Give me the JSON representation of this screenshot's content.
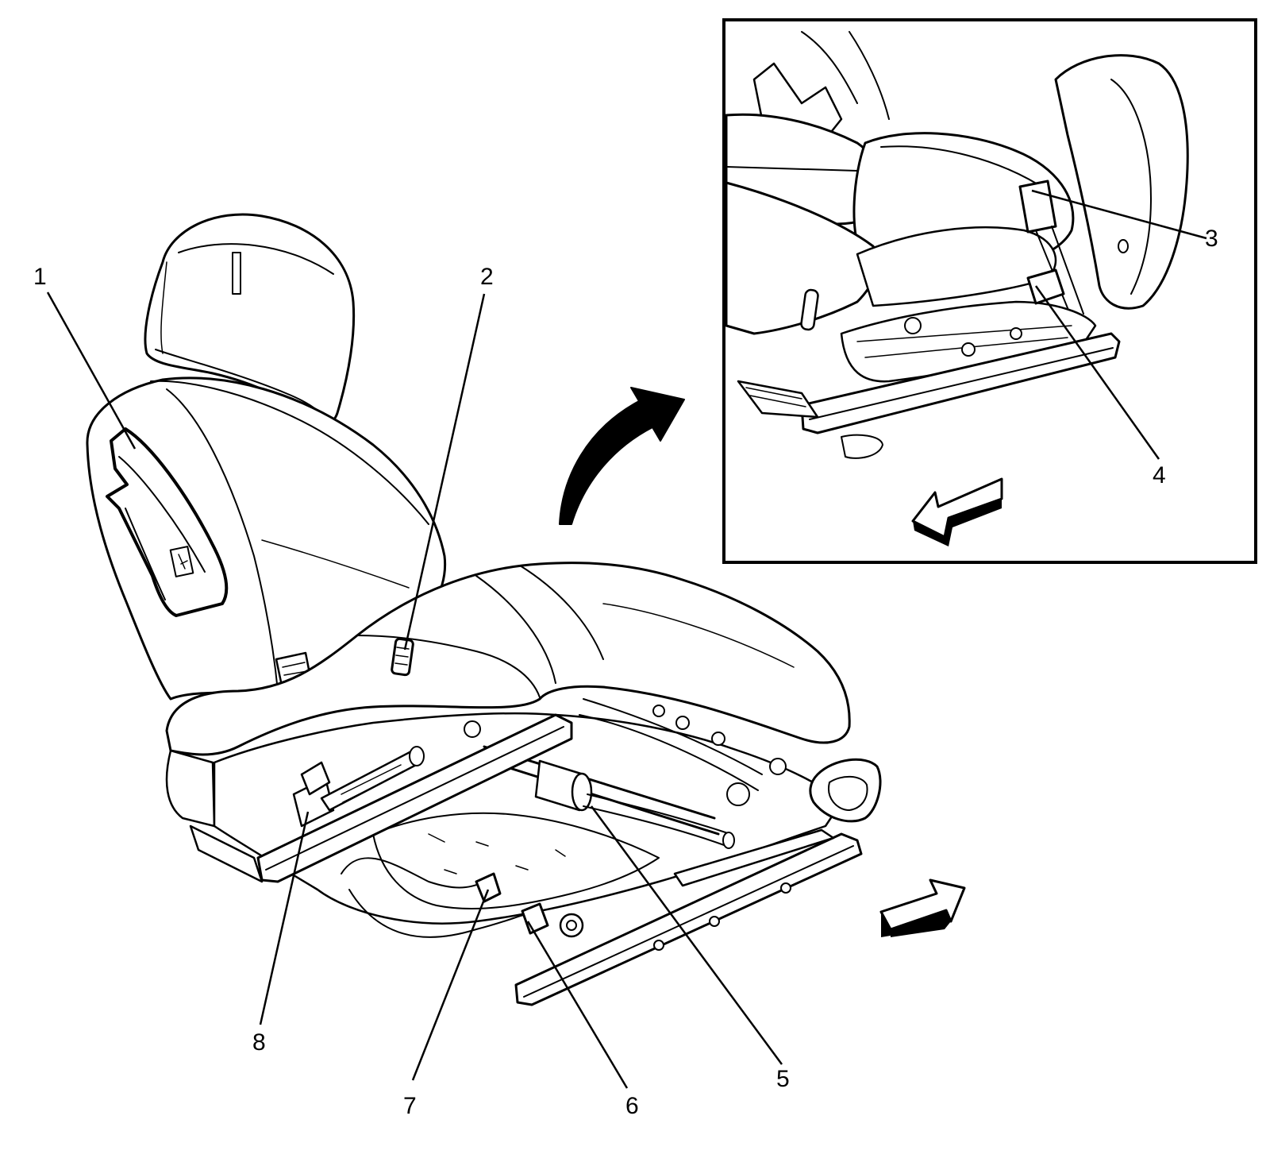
{
  "figure": {
    "ink_color": "#000000",
    "background_color": "#ffffff"
  },
  "callouts": {
    "c1": "1",
    "c2": "2",
    "c3": "3",
    "c4": "4",
    "c5": "5",
    "c6": "6",
    "c7": "7",
    "c8": "8"
  },
  "icons": {
    "curved_arrow": "curved-arrow-icon",
    "forward_arrow": "forward-direction-arrow-icon",
    "inset_arrow": "inset-direction-arrow-icon"
  }
}
